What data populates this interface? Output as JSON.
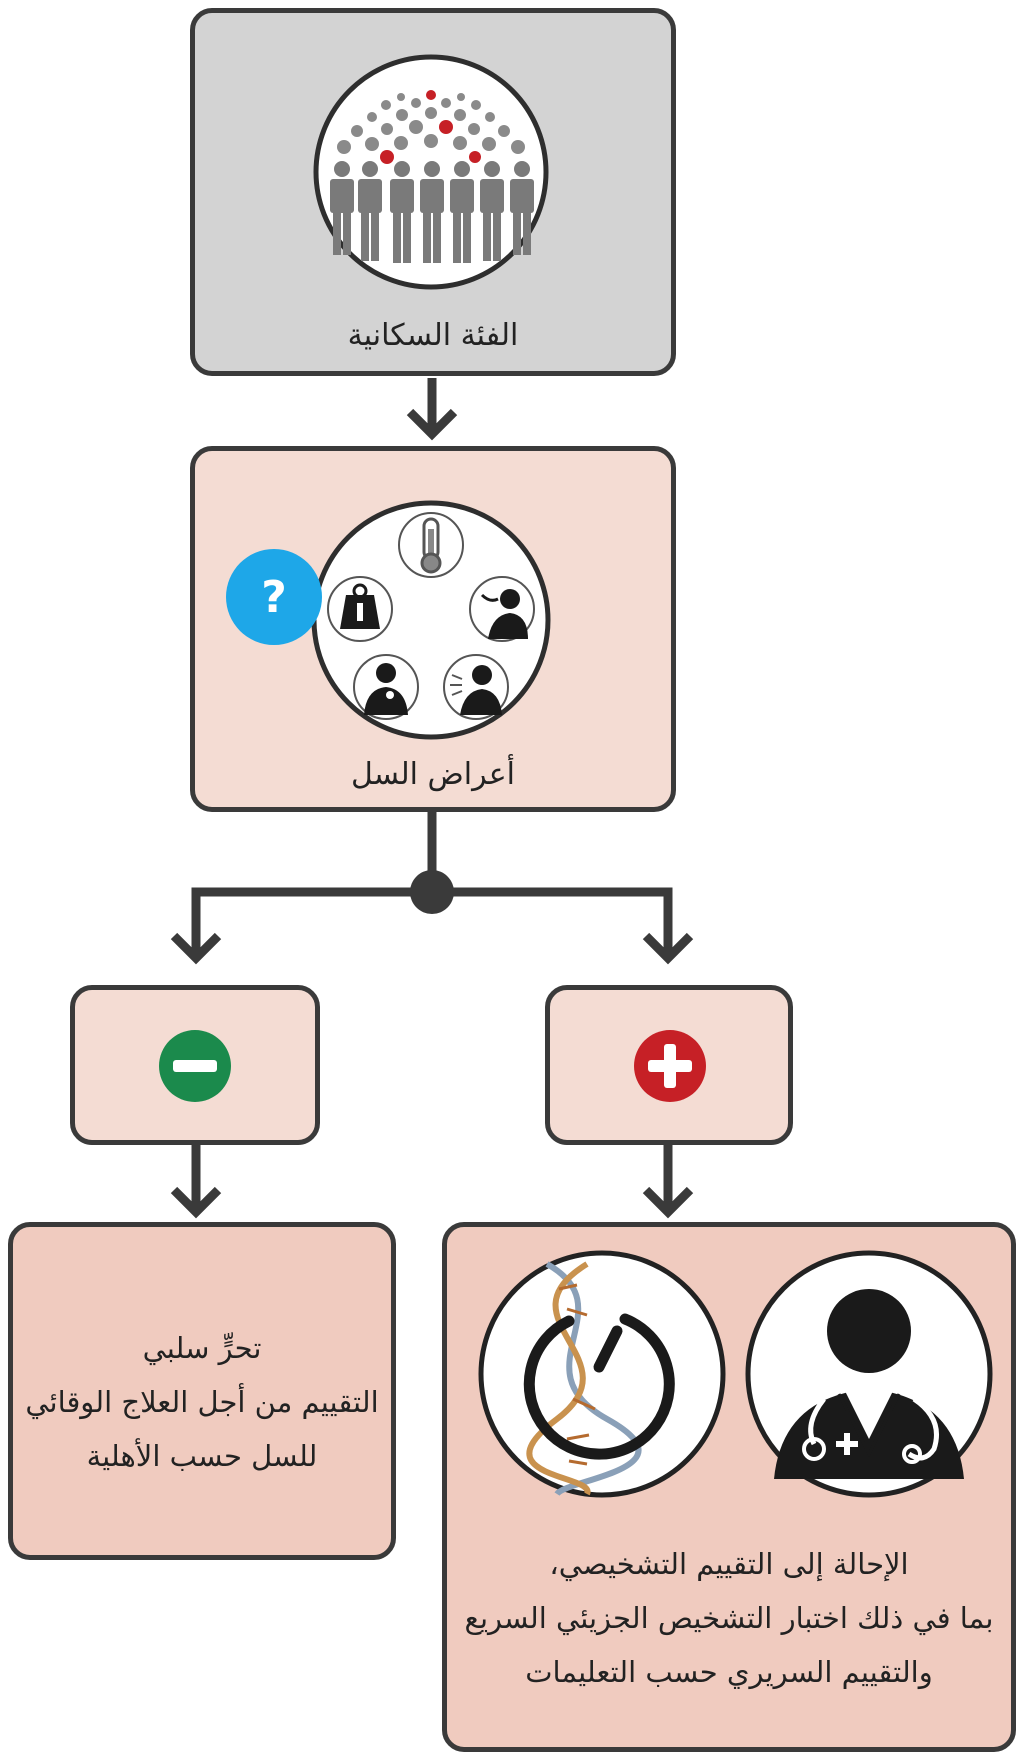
{
  "nodes": {
    "population": {
      "label": "الفئة السكانية",
      "icon": "crowd-icon"
    },
    "symptoms": {
      "label": "أعراض السل",
      "icons": [
        "thermometer-icon",
        "cough-icon",
        "sweating-icon",
        "lymph-node-icon",
        "weight-scale-icon",
        "question-icon"
      ]
    },
    "negative": {
      "icon": "minus-circle-icon",
      "color": "#1b8a4c"
    },
    "positive": {
      "icon": "plus-circle-icon",
      "color": "#c62026"
    },
    "negative_outcome": {
      "lines": [
        "تحرٍّ سلبي",
        "التقييم من أجل العلاج الوقائي",
        "للسل حسب الأهلية"
      ]
    },
    "positive_outcome": {
      "lines": [
        "الإحالة إلى التقييم التشخيصي،",
        "بما في ذلك اختبار التشخيص الجزيئي السريع",
        "والتقييم السريري حسب التعليمات"
      ],
      "icons": [
        "dna-rapid-test-icon",
        "doctor-icon"
      ]
    }
  },
  "colors": {
    "accent_question": "#1ea7e8",
    "border": "#3a3a3a"
  }
}
